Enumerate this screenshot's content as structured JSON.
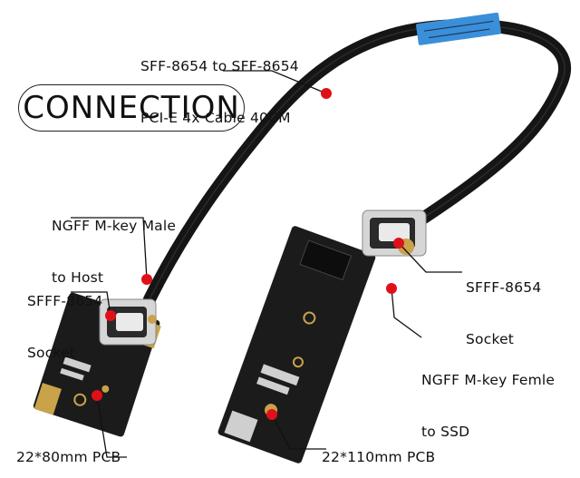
{
  "connection_title": "CONNECTION",
  "labels": {
    "cable": [
      "SFF-8654 to SFF-8654",
      "PCI-E 4x Cable 40CM"
    ],
    "ngff_male": [
      "NGFF M-key Male",
      "to Host"
    ],
    "socket_left": [
      "SFFF-8654",
      "Socket"
    ],
    "socket_right": [
      "SFFF-8654",
      "Socket"
    ],
    "ngff_female": [
      "NGFF M-key Femle",
      "to SSD"
    ],
    "pcb_80": "22*80mm PCB",
    "pcb_110": "22*110mm PCB"
  },
  "colors": {
    "pointer_dot": "#e0101a",
    "cable": "#151515",
    "pcb": "#1b1b1b",
    "gold": "#c9a24a",
    "cable_tag": "#3a8fd8"
  }
}
